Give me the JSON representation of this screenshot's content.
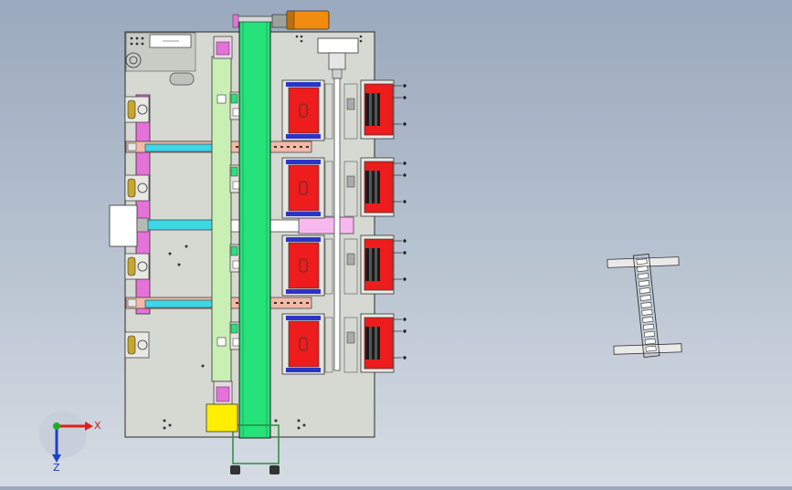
{
  "viewport": {
    "background_top": "#9aa9bd",
    "background_bottom": "#d6dce4"
  },
  "colors": {
    "plate": "#d6d9d2",
    "outline": "#2b2b2b",
    "conveyor": "#25e27a",
    "rail": "#c9efb5",
    "pink_bar": "#e472d8",
    "cyan_arm": "#3fd6e8",
    "salmon_bar": "#f2b9a8",
    "red_block": "#ee1c1c",
    "dark_block": "#1a1a1a",
    "yellow_box": "#ffee00",
    "motor_orange": "#f28c0f",
    "light_pink": "#f7b8f0",
    "blue_trim": "#2a35c8",
    "axis_x": "#e51b1b",
    "axis_y": "#22aa22",
    "axis_z": "#2040d0"
  },
  "icons": {
    "triad": "coordinate-triad-icon",
    "motor": "motor-icon",
    "knob": "knob-icon"
  },
  "triad": {
    "x_label": "X",
    "z_label": "Z"
  },
  "stations": {
    "count": 4
  }
}
